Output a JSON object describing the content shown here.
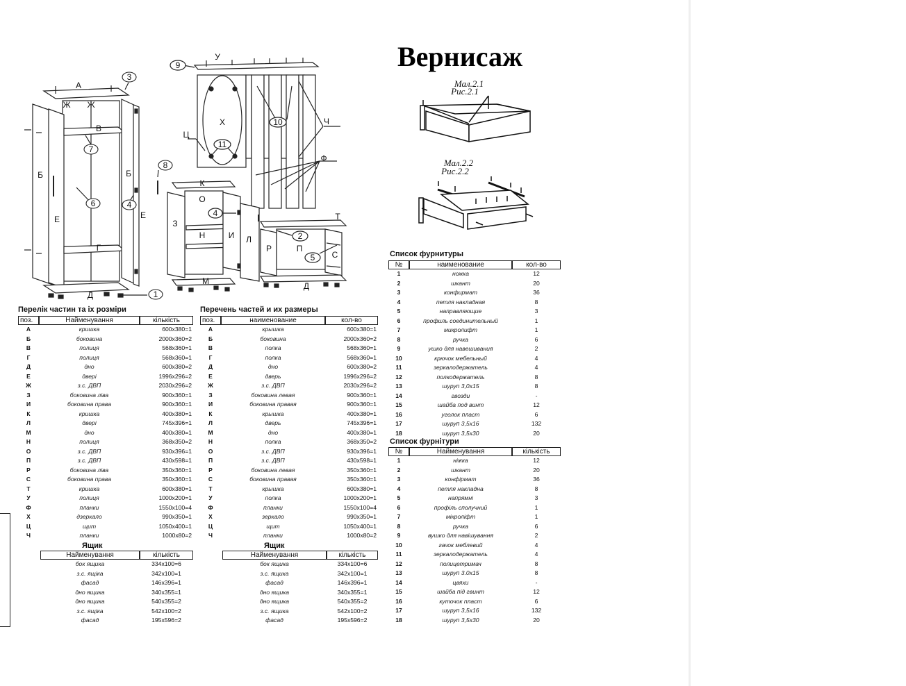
{
  "title": "Вернисаж",
  "figures": {
    "cabinet": {
      "labels": [
        "А",
        "Ж",
        "Ж",
        "В",
        "Б",
        "Б",
        "Е",
        "Е",
        "Г",
        "Д"
      ],
      "callouts": [
        "3",
        "7",
        "6",
        "4",
        "1",
        "8"
      ]
    },
    "hanger": {
      "labels": [
        "У",
        "Х",
        "Ц",
        "Ч",
        "Ф"
      ],
      "callouts": [
        "9",
        "10",
        "11"
      ]
    },
    "tall_unit": {
      "labels": [
        "К",
        "О",
        "З",
        "Н",
        "И",
        "Л",
        "М"
      ],
      "callouts": [
        "4"
      ]
    },
    "low_unit": {
      "labels": [
        "Т",
        "Р",
        "П",
        "С",
        "Д"
      ],
      "callouts": [
        "2",
        "5"
      ]
    },
    "fig21": {
      "caption_ua": "Мал.2.1",
      "caption_ru": "Рис.2.1"
    },
    "fig22": {
      "caption_ua": "Мал.2.2",
      "caption_ru": "Рис.2.2"
    }
  },
  "parts_ua": {
    "title": "Перелік частин та іх розміри",
    "headers": [
      "поз.",
      "Найменування",
      "кількість"
    ],
    "rows": [
      [
        "А",
        "кришка",
        "600x380=1"
      ],
      [
        "Б",
        "боковина",
        "2000x360=2"
      ],
      [
        "В",
        "полиця",
        "568x360=1"
      ],
      [
        "Г",
        "полиця",
        "568x360=1"
      ],
      [
        "Д",
        "дно",
        "600x380=2"
      ],
      [
        "Е",
        "двері",
        "1996x296=2"
      ],
      [
        "Ж",
        "з.с. ДВП",
        "2030x296=2"
      ],
      [
        "З",
        "боковина ліва",
        "900x360=1"
      ],
      [
        "И",
        "боковина права",
        "900x360=1"
      ],
      [
        "К",
        "кришка",
        "400x380=1"
      ],
      [
        "Л",
        "двері",
        "745x396=1"
      ],
      [
        "М",
        "дно",
        "400x380=1"
      ],
      [
        "Н",
        "полиця",
        "368x350=2"
      ],
      [
        "О",
        "з.с. ДВП",
        "930x396=1"
      ],
      [
        "П",
        "з.с. ДВП",
        "430x598=1"
      ],
      [
        "Р",
        "боковина ліва",
        "350x360=1"
      ],
      [
        "С",
        "боковина права",
        "350x360=1"
      ],
      [
        "Т",
        "кришка",
        "600x380=1"
      ],
      [
        "У",
        "полиця",
        "1000x200=1"
      ],
      [
        "Ф",
        "планки",
        "1550x100=4"
      ],
      [
        "Х",
        "дзеркало",
        "990x350=1"
      ],
      [
        "Ц",
        "щит",
        "1050x400=1"
      ],
      [
        "Ч",
        "планки",
        "1000x80=2"
      ]
    ],
    "drawer": {
      "title": "Ящик",
      "headers": [
        "Найменування",
        "кількість"
      ],
      "rows": [
        [
          "бок ящика",
          "334x100=6"
        ],
        [
          "з.с. ящіка",
          "342x100=1"
        ],
        [
          "фасад",
          "146x396=1"
        ],
        [
          "дно ящика",
          "340x355=1"
        ],
        [
          "дно ящика",
          "540x355=2"
        ],
        [
          "з.с. ящіка",
          "542x100=2"
        ],
        [
          "фасад",
          "195x596=2"
        ]
      ]
    }
  },
  "parts_ru": {
    "title": "Перечень частей и их размеры",
    "headers": [
      "поз.",
      "наименование",
      "кол-во"
    ],
    "rows": [
      [
        "А",
        "крышка",
        "600x380=1"
      ],
      [
        "Б",
        "боковина",
        "2000x360=2"
      ],
      [
        "В",
        "полка",
        "568x360=1"
      ],
      [
        "Г",
        "полка",
        "568x360=1"
      ],
      [
        "Д",
        "дно",
        "600x380=2"
      ],
      [
        "Е",
        "дверь",
        "1996x296=2"
      ],
      [
        "Ж",
        "з.с. ДВП",
        "2030x296=2"
      ],
      [
        "З",
        "боковина левая",
        "900x360=1"
      ],
      [
        "И",
        "боковина правая",
        "900x360=1"
      ],
      [
        "К",
        "крышка",
        "400x380=1"
      ],
      [
        "Л",
        "дверь",
        "745x396=1"
      ],
      [
        "М",
        "дно",
        "400x380=1"
      ],
      [
        "Н",
        "полка",
        "368x350=2"
      ],
      [
        "О",
        "з.с. ДВП",
        "930x396=1"
      ],
      [
        "П",
        "з.с. ДВП",
        "430x598=1"
      ],
      [
        "Р",
        "боковина левая",
        "350x360=1"
      ],
      [
        "С",
        "боковина правая",
        "350x360=1"
      ],
      [
        "Т",
        "крышка",
        "600x380=1"
      ],
      [
        "У",
        "полка",
        "1000x200=1"
      ],
      [
        "Ф",
        "планки",
        "1550x100=4"
      ],
      [
        "Х",
        "зеркало",
        "990x350=1"
      ],
      [
        "Ц",
        "щит",
        "1050x400=1"
      ],
      [
        "Ч",
        "планки",
        "1000x80=2"
      ]
    ],
    "drawer": {
      "title": "Ящик",
      "headers": [
        "Найменування",
        "кількість"
      ],
      "rows": [
        [
          "бок ящика",
          "334x100=6"
        ],
        [
          "з.с. ящика",
          "342x100=1"
        ],
        [
          "фасад",
          "146x396=1"
        ],
        [
          "дно ящика",
          "340x355=1"
        ],
        [
          "дно ящика",
          "540x355=2"
        ],
        [
          "з.с. ящика",
          "542x100=2"
        ],
        [
          "фасад",
          "195x596=2"
        ]
      ]
    }
  },
  "hardware_ru": {
    "title": "Список фурнитуры",
    "headers": [
      "№",
      "наименование",
      "кол-во"
    ],
    "rows": [
      [
        "1",
        "ножка",
        "12"
      ],
      [
        "2",
        "шкант",
        "20"
      ],
      [
        "3",
        "конфирмат",
        "36"
      ],
      [
        "4",
        "петля накладная",
        "8"
      ],
      [
        "5",
        "направляющие",
        "3"
      ],
      [
        "6",
        "профиль соединительный",
        "1"
      ],
      [
        "7",
        "микролифт",
        "1"
      ],
      [
        "8",
        "ручка",
        "6"
      ],
      [
        "9",
        "ушко для навешивания",
        "2"
      ],
      [
        "10",
        "крючок мебельный",
        "4"
      ],
      [
        "11",
        "зеркалодержатель",
        "4"
      ],
      [
        "12",
        "полкодержатель",
        "8"
      ],
      [
        "13",
        "шуруп 3,0x15",
        "8"
      ],
      [
        "14",
        "гвозди",
        "-"
      ],
      [
        "15",
        "шайба под винт",
        "12"
      ],
      [
        "16",
        "уголок пласт",
        "6"
      ],
      [
        "17",
        "шуруп 3,5x16",
        "132"
      ],
      [
        "18",
        "шуруп 3,5x30",
        "20"
      ]
    ]
  },
  "hardware_ua": {
    "title": "Список фурнітури",
    "headers": [
      "№",
      "Найменування",
      "кількість"
    ],
    "rows": [
      [
        "1",
        "ніжка",
        "12"
      ],
      [
        "2",
        "шкант",
        "20"
      ],
      [
        "3",
        "конфірмат",
        "36"
      ],
      [
        "4",
        "петля накладна",
        "8"
      ],
      [
        "5",
        "напрямні",
        "3"
      ],
      [
        "6",
        "профіль сполучний",
        "1"
      ],
      [
        "7",
        "мікроліфт",
        "1"
      ],
      [
        "8",
        "ручка",
        "6"
      ],
      [
        "9",
        "вушко для навішування",
        "2"
      ],
      [
        "10",
        "гачок меблевий",
        "4"
      ],
      [
        "11",
        "зеркалодержатель",
        "4"
      ],
      [
        "12",
        "полицетримач",
        "8"
      ],
      [
        "13",
        "шуруп 3.0x15",
        "8"
      ],
      [
        "14",
        "цвяхи",
        "-"
      ],
      [
        "15",
        "шайба під гвинт",
        "12"
      ],
      [
        "16",
        "куточок пласт",
        "6"
      ],
      [
        "17",
        "шуруп 3,5x16",
        "132"
      ],
      [
        "18",
        "шуруп 3,5x30",
        "20"
      ]
    ]
  }
}
